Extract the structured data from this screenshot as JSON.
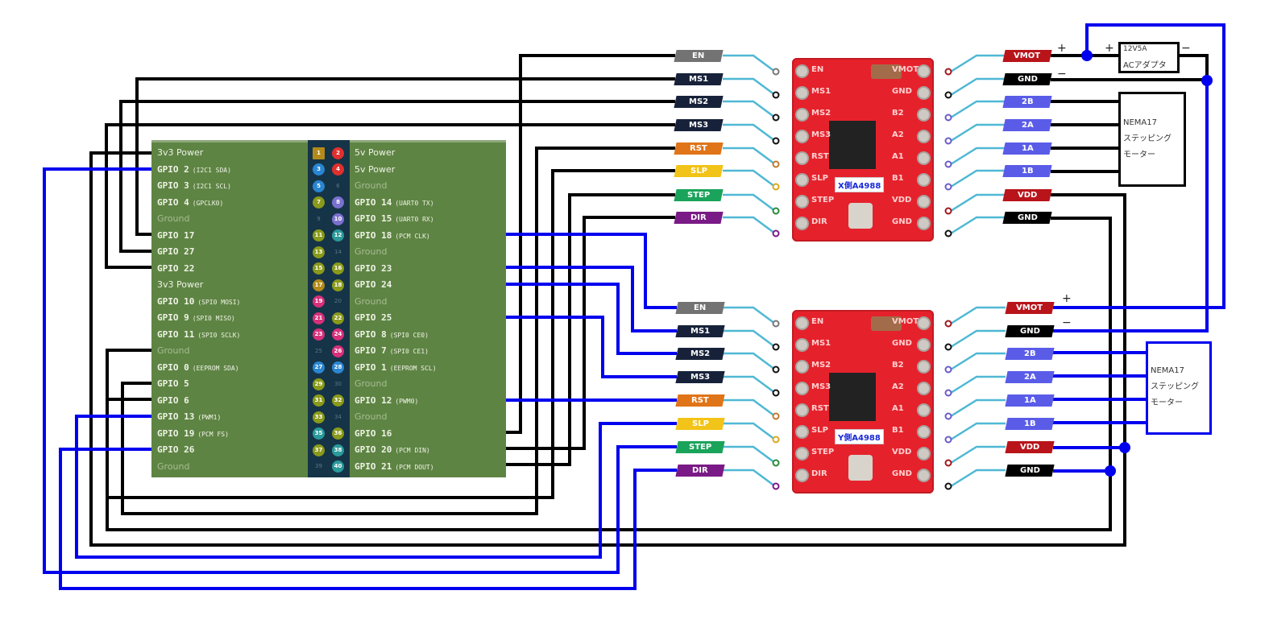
{
  "gpio_header": {
    "left_rows": [
      {
        "pin": 1,
        "label": "3v3 Power",
        "sub": "",
        "kind": "power",
        "pin_color": "#b38a1a"
      },
      {
        "pin": 3,
        "label": "GPIO 2",
        "sub": "(I2C1 SDA)",
        "kind": "gpio",
        "pin_color": "#2a86d1"
      },
      {
        "pin": 5,
        "label": "GPIO 3",
        "sub": "(I2C1 SCL)",
        "kind": "gpio",
        "pin_color": "#2a86d1"
      },
      {
        "pin": 7,
        "label": "GPIO 4",
        "sub": "(GPCLK0)",
        "kind": "gpio",
        "pin_color": "#8a9a1a"
      },
      {
        "pin": 9,
        "label": "Ground",
        "sub": "",
        "kind": "ground",
        "pin_color": ""
      },
      {
        "pin": 11,
        "label": "GPIO 17",
        "sub": "",
        "kind": "gpio",
        "pin_color": "#8a9a1a"
      },
      {
        "pin": 13,
        "label": "GPIO 27",
        "sub": "",
        "kind": "gpio",
        "pin_color": "#8a9a1a"
      },
      {
        "pin": 15,
        "label": "GPIO 22",
        "sub": "",
        "kind": "gpio",
        "pin_color": "#8a9a1a"
      },
      {
        "pin": 17,
        "label": "3v3 Power",
        "sub": "",
        "kind": "power",
        "pin_color": "#b38a1a"
      },
      {
        "pin": 19,
        "label": "GPIO 10",
        "sub": "(SPI0 MOSI)",
        "kind": "gpio",
        "pin_color": "#d8307a"
      },
      {
        "pin": 21,
        "label": "GPIO 9",
        "sub": "(SPI0 MISO)",
        "kind": "gpio",
        "pin_color": "#d8307a"
      },
      {
        "pin": 23,
        "label": "GPIO 11",
        "sub": "(SPI0 SCLK)",
        "kind": "gpio",
        "pin_color": "#d8307a"
      },
      {
        "pin": 25,
        "label": "Ground",
        "sub": "",
        "kind": "ground",
        "pin_color": ""
      },
      {
        "pin": 27,
        "label": "GPIO 0",
        "sub": "(EEPROM SDA)",
        "kind": "gpio",
        "pin_color": "#2a86d1"
      },
      {
        "pin": 29,
        "label": "GPIO 5",
        "sub": "",
        "kind": "gpio",
        "pin_color": "#8a9a1a"
      },
      {
        "pin": 31,
        "label": "GPIO 6",
        "sub": "",
        "kind": "gpio",
        "pin_color": "#8a9a1a"
      },
      {
        "pin": 33,
        "label": "GPIO 13",
        "sub": "(PWM1)",
        "kind": "gpio",
        "pin_color": "#8a9a1a"
      },
      {
        "pin": 35,
        "label": "GPIO 19",
        "sub": "(PCM FS)",
        "kind": "gpio",
        "pin_color": "#2a9a9a"
      },
      {
        "pin": 37,
        "label": "GPIO 26",
        "sub": "",
        "kind": "gpio",
        "pin_color": "#8a9a1a"
      },
      {
        "pin": 39,
        "label": "Ground",
        "sub": "",
        "kind": "ground",
        "pin_color": ""
      }
    ],
    "right_rows": [
      {
        "pin": 2,
        "label": "5v Power",
        "sub": "",
        "kind": "power",
        "pin_color": "#e0302e"
      },
      {
        "pin": 4,
        "label": "5v Power",
        "sub": "",
        "kind": "power",
        "pin_color": "#e0302e"
      },
      {
        "pin": 6,
        "label": "Ground",
        "sub": "",
        "kind": "ground",
        "pin_color": ""
      },
      {
        "pin": 8,
        "label": "GPIO 14",
        "sub": "(UART0 TX)",
        "kind": "gpio",
        "pin_color": "#7a70cf"
      },
      {
        "pin": 10,
        "label": "GPIO 15",
        "sub": "(UART0 RX)",
        "kind": "gpio",
        "pin_color": "#7a70cf"
      },
      {
        "pin": 12,
        "label": "GPIO 18",
        "sub": "(PCM CLK)",
        "kind": "gpio",
        "pin_color": "#2a9a9a"
      },
      {
        "pin": 14,
        "label": "Ground",
        "sub": "",
        "kind": "ground",
        "pin_color": ""
      },
      {
        "pin": 16,
        "label": "GPIO 23",
        "sub": "",
        "kind": "gpio",
        "pin_color": "#8a9a1a"
      },
      {
        "pin": 18,
        "label": "GPIO 24",
        "sub": "",
        "kind": "gpio",
        "pin_color": "#8a9a1a"
      },
      {
        "pin": 20,
        "label": "Ground",
        "sub": "",
        "kind": "ground",
        "pin_color": ""
      },
      {
        "pin": 22,
        "label": "GPIO 25",
        "sub": "",
        "kind": "gpio",
        "pin_color": "#8a9a1a"
      },
      {
        "pin": 24,
        "label": "GPIO 8",
        "sub": "(SPI0 CE0)",
        "kind": "gpio",
        "pin_color": "#d8307a"
      },
      {
        "pin": 26,
        "label": "GPIO 7",
        "sub": "(SPI0 CE1)",
        "kind": "gpio",
        "pin_color": "#d8307a"
      },
      {
        "pin": 28,
        "label": "GPIO 1",
        "sub": "(EEPROM SCL)",
        "kind": "gpio",
        "pin_color": "#2a86d1"
      },
      {
        "pin": 30,
        "label": "Ground",
        "sub": "",
        "kind": "ground",
        "pin_color": ""
      },
      {
        "pin": 32,
        "label": "GPIO 12",
        "sub": "(PWM0)",
        "kind": "gpio",
        "pin_color": "#8a9a1a"
      },
      {
        "pin": 34,
        "label": "Ground",
        "sub": "",
        "kind": "ground",
        "pin_color": ""
      },
      {
        "pin": 36,
        "label": "GPIO 16",
        "sub": "",
        "kind": "gpio",
        "pin_color": "#8a9a1a"
      },
      {
        "pin": 38,
        "label": "GPIO 20",
        "sub": "(PCM DIN)",
        "kind": "gpio",
        "pin_color": "#2a9a9a"
      },
      {
        "pin": 40,
        "label": "GPIO 21",
        "sub": "(PCM DOUT)",
        "kind": "gpio",
        "pin_color": "#2a9a9a"
      }
    ]
  },
  "drivers": [
    {
      "id": "x",
      "label": "X側A4988",
      "left_pins": [
        {
          "name": "EN",
          "color": "#737373",
          "ring": "#777777"
        },
        {
          "name": "MS1",
          "color": "#17223a",
          "ring": "#111111"
        },
        {
          "name": "MS2",
          "color": "#17223a",
          "ring": "#111111"
        },
        {
          "name": "MS3",
          "color": "#17223a",
          "ring": "#111111"
        },
        {
          "name": "RST",
          "color": "#e07418",
          "ring": "#c07a30"
        },
        {
          "name": "SLP",
          "color": "#f2c318",
          "ring": "#d8a820"
        },
        {
          "name": "STEP",
          "color": "#1aa35a",
          "ring": "#2a8a3a"
        },
        {
          "name": "DIR",
          "color": "#7a1a86",
          "ring": "#7a1a86"
        }
      ],
      "right_pins": [
        {
          "name": "VMOT",
          "color": "#b8141a",
          "ring": "#a0181e"
        },
        {
          "name": "GND",
          "color": "#000000",
          "ring": "#111111"
        },
        {
          "name": "2B",
          "color": "#5a5ce8",
          "ring": "#6a5cc8"
        },
        {
          "name": "2A",
          "color": "#5a5ce8",
          "ring": "#6a5cc8"
        },
        {
          "name": "1A",
          "color": "#5a5ce8",
          "ring": "#6a5cc8"
        },
        {
          "name": "1B",
          "color": "#5a5ce8",
          "ring": "#6a5cc8"
        },
        {
          "name": "VDD",
          "color": "#b8141a",
          "ring": "#a0181e"
        },
        {
          "name": "GND",
          "color": "#000000",
          "ring": "#111111"
        }
      ],
      "silk_left": [
        "EN",
        "MS1",
        "MS2",
        "MS3",
        "RST",
        "SLP",
        "STEP",
        "DIR"
      ],
      "silk_right": [
        "VMOT",
        "GND",
        "B2",
        "A2",
        "A1",
        "B1",
        "VDD",
        "GND"
      ]
    },
    {
      "id": "y",
      "label": "Y側A4988",
      "left_pins": [
        {
          "name": "EN",
          "color": "#737373",
          "ring": "#777777"
        },
        {
          "name": "MS1",
          "color": "#17223a",
          "ring": "#111111"
        },
        {
          "name": "MS2",
          "color": "#17223a",
          "ring": "#111111"
        },
        {
          "name": "MS3",
          "color": "#17223a",
          "ring": "#111111"
        },
        {
          "name": "RST",
          "color": "#e07418",
          "ring": "#c07a30"
        },
        {
          "name": "SLP",
          "color": "#f2c318",
          "ring": "#d8a820"
        },
        {
          "name": "STEP",
          "color": "#1aa35a",
          "ring": "#2a8a3a"
        },
        {
          "name": "DIR",
          "color": "#7a1a86",
          "ring": "#7a1a86"
        }
      ],
      "right_pins": [
        {
          "name": "VMOT",
          "color": "#b8141a",
          "ring": "#a0181e"
        },
        {
          "name": "GND",
          "color": "#000000",
          "ring": "#111111"
        },
        {
          "name": "2B",
          "color": "#5a5ce8",
          "ring": "#6a5cc8"
        },
        {
          "name": "2A",
          "color": "#5a5ce8",
          "ring": "#6a5cc8"
        },
        {
          "name": "1A",
          "color": "#5a5ce8",
          "ring": "#6a5cc8"
        },
        {
          "name": "1B",
          "color": "#5a5ce8",
          "ring": "#6a5cc8"
        },
        {
          "name": "VDD",
          "color": "#b8141a",
          "ring": "#a0181e"
        },
        {
          "name": "GND",
          "color": "#000000",
          "ring": "#111111"
        }
      ],
      "silk_left": [
        "EN",
        "MS1",
        "MS2",
        "MS3",
        "RST",
        "SLP",
        "STEP",
        "DIR"
      ],
      "silk_right": [
        "VMOT",
        "GND",
        "B2",
        "A2",
        "A1",
        "B1",
        "VDD",
        "GND"
      ]
    }
  ],
  "power_adapter": {
    "line1": "12V5A",
    "line2": "ACアダプタ",
    "plus": "+",
    "minus": "−"
  },
  "motors": [
    {
      "line1": "NEMA17",
      "line2": "ステッピング",
      "line3": "モーター"
    },
    {
      "line1": "NEMA17",
      "line2": "ステッピング",
      "line3": "モーター"
    }
  ],
  "signs": {
    "plus": "+",
    "minus": "−"
  },
  "wire_colors": {
    "x_axis": "#000000",
    "y_axis": "#0000ee",
    "breakout": "#4fb8d4"
  },
  "connections": {
    "x": [
      {
        "driver_pin": "EN",
        "gpio": "GPIO 16"
      },
      {
        "driver_pin": "MS1",
        "gpio": "GPIO 17"
      },
      {
        "driver_pin": "MS2",
        "gpio": "GPIO 27"
      },
      {
        "driver_pin": "MS3",
        "gpio": "GPIO 22"
      },
      {
        "driver_pin": "RST",
        "gpio": "GPIO 5"
      },
      {
        "driver_pin": "SLP",
        "gpio": "GPIO 6"
      },
      {
        "driver_pin": "STEP",
        "gpio": "GPIO 21"
      },
      {
        "driver_pin": "DIR",
        "gpio": "GPIO 20"
      },
      {
        "driver_pin": "VDD",
        "gpio": "3v3 Power"
      },
      {
        "driver_pin": "GND",
        "gpio": "Ground"
      }
    ],
    "y": [
      {
        "driver_pin": "EN",
        "gpio": "GPIO 18"
      },
      {
        "driver_pin": "MS1",
        "gpio": "GPIO 23"
      },
      {
        "driver_pin": "MS2",
        "gpio": "GPIO 24"
      },
      {
        "driver_pin": "MS3",
        "gpio": "GPIO 25"
      },
      {
        "driver_pin": "RST",
        "gpio": "GPIO 12"
      },
      {
        "driver_pin": "SLP",
        "gpio": "GPIO 13"
      },
      {
        "driver_pin": "STEP",
        "gpio": "GPIO 2"
      },
      {
        "driver_pin": "DIR",
        "gpio": "GPIO 26"
      }
    ]
  }
}
